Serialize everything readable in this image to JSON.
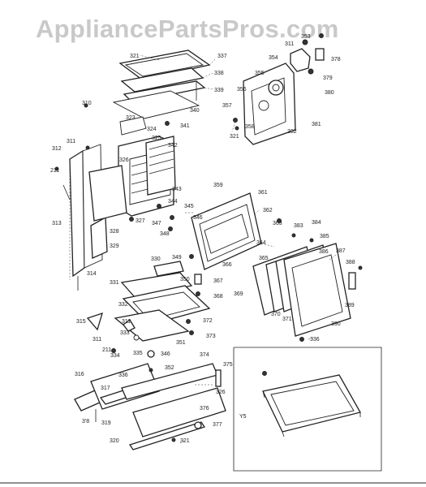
{
  "watermark": "AppliancePartsPros.com",
  "callouts": {
    "c310": "310",
    "c311a": "311",
    "c311b": "311",
    "c312": "312",
    "c313": "313",
    "c314": "314",
    "c315": "315",
    "c316": "316",
    "c317": "317",
    "c318": "3'8",
    "c319": "319",
    "c320": "320",
    "c321a": "321",
    "c321b": "321",
    "c321c": "321",
    "c323": "323",
    "c324": "324",
    "c325": "325",
    "c326": "326",
    "c327": "327",
    "c328": "328",
    "c329": "329",
    "c330": "330",
    "c331": "331",
    "c332": "332",
    "c333": "333",
    "c334": "334",
    "c335": "335",
    "c336a": "336",
    "c336b": "336",
    "c337": "337",
    "c338": "338",
    "c339": "339",
    "c340": "340",
    "c341": "341",
    "c342": "342",
    "c343": "343",
    "c344": "344",
    "c345": "345",
    "c346a": "346",
    "c346b": "346",
    "c347": "347",
    "c348": "348",
    "c349": "349",
    "c350": "350",
    "c351": "351",
    "c352": "352",
    "c353": "353",
    "c354": "354",
    "c355": "355",
    "c356": "356",
    "c357": "357",
    "c358": "358",
    "c359": "359",
    "c361": "361",
    "c362": "362",
    "c363": "363",
    "c364": "364",
    "c365": "365",
    "c366": "366",
    "c367": "367",
    "c368": "368",
    "c369": "369",
    "c370": "370",
    "c371": "371",
    "c372": "372",
    "c373": "373",
    "c374": "374",
    "c375": "375",
    "c376": "376",
    "c377": "377",
    "c378": "378",
    "c379": "379",
    "c380": "380",
    "c381": "381",
    "c382": "382",
    "c383": "383",
    "c384": "384",
    "c385": "385",
    "c386": "386",
    "c387": "387",
    "c388": "388",
    "c389": "389",
    "c390": "390",
    "c211a": "211",
    "c211b": "211",
    "cY5": "Y5"
  }
}
